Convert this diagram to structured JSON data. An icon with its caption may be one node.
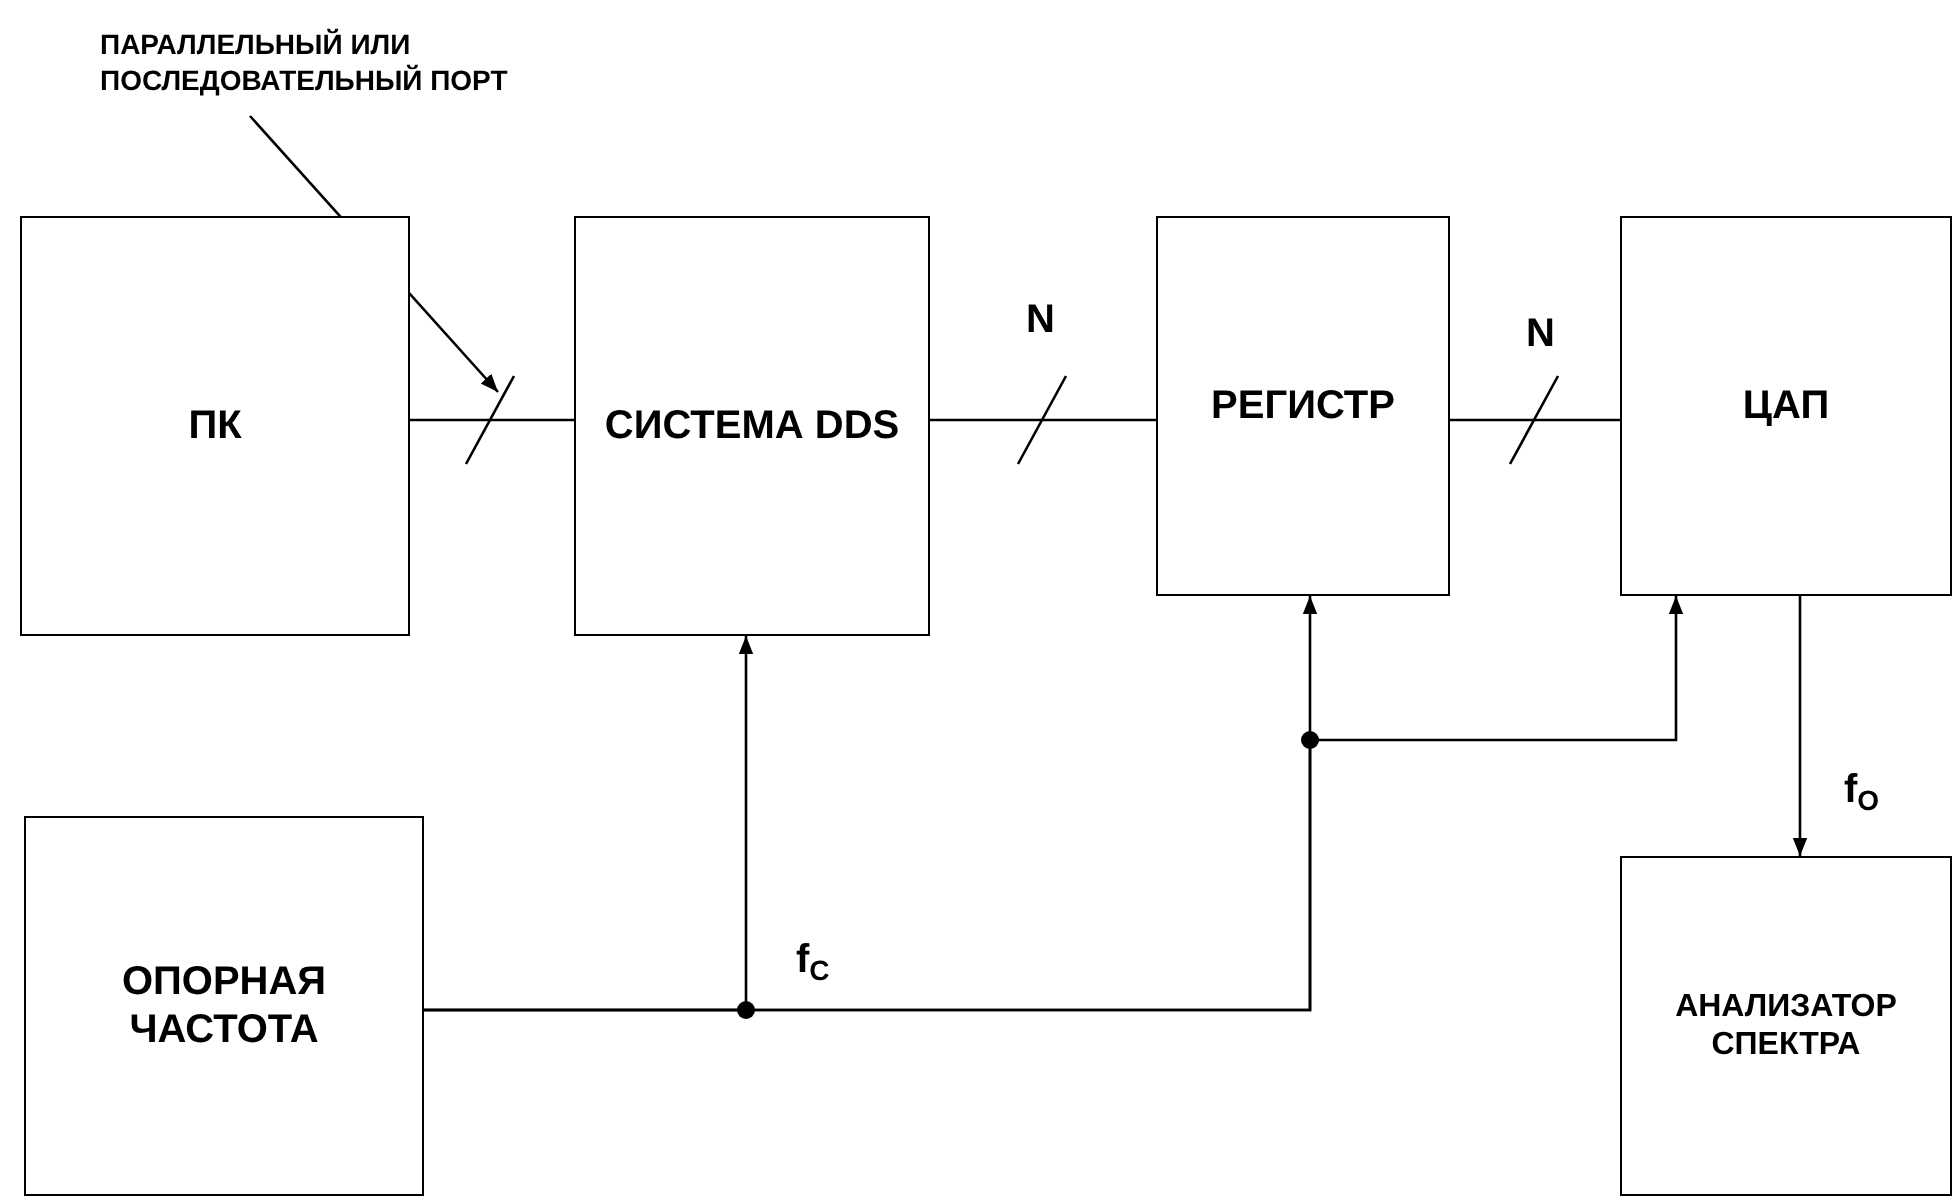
{
  "diagram": {
    "nodes": [
      {
        "text": [
          "ПАРАЛЛЕЛЬНЫЙ ИЛИ ПОСЛЕДОВАТЕЛЬНЫЙ ПОРТ"
        ]
      },
      {
        "text": [
          "ПК"
        ]
      },
      {
        "text": [
          "СИСТЕМА DDS"
        ]
      },
      {
        "text": [
          "РЕГИСТР"
        ]
      },
      {
        "text": [
          "ЦАП"
        ]
      },
      {
        "text": [
          "ОПОРНАЯ ЧАСТОТА"
        ]
      },
      {
        "text": [
          "АНАЛИЗАТОР СПЕКТРА"
        ]
      }
    ],
    "edges": [
      {
        "from": 0,
        "to": null,
        "arrow": "to"
      },
      {
        "from": 1,
        "to": 2,
        "arrow": "none"
      },
      {
        "from": 2,
        "to": 3,
        "arrow": "none",
        "label": "N"
      },
      {
        "from": 3,
        "to": 4,
        "arrow": "none",
        "label": "N"
      },
      {
        "from": 5,
        "to": 2,
        "arrow": "to",
        "label": "f$_{C}$"
      },
      {
        "from": 5,
        "to": 3,
        "arrow": "to"
      },
      {
        "from": 5,
        "to": 4,
        "arrow": "to"
      },
      {
        "from": 4,
        "to": 6,
        "arrow": "to",
        "label": "f$_{O}$"
      }
    ]
  }
}
